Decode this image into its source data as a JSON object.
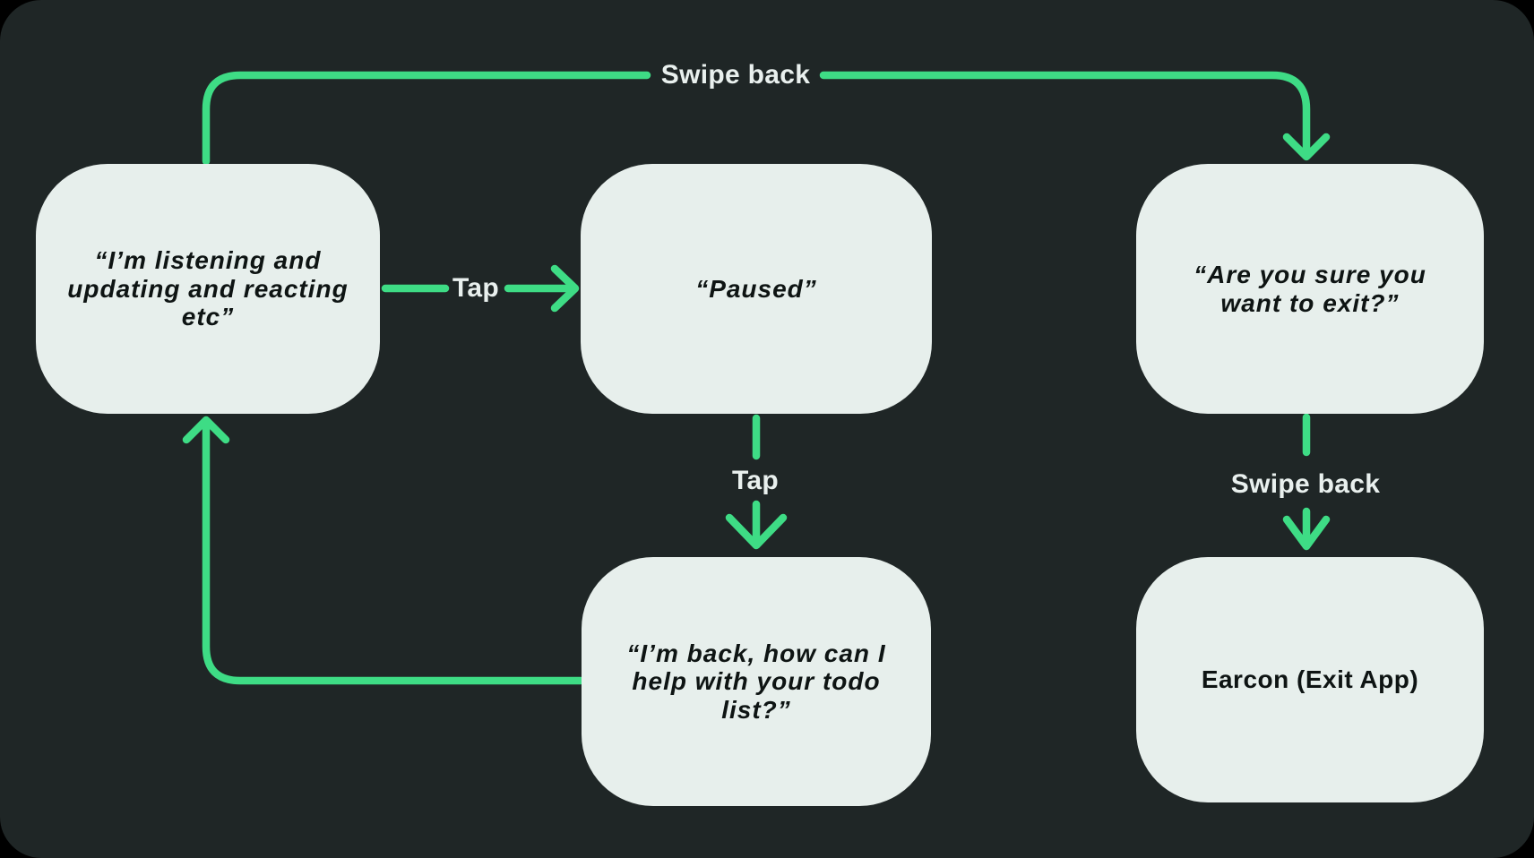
{
  "theme": {
    "page_bg": "#000000",
    "panel_bg": "#1F2626",
    "node_fill": "#E7EFEC",
    "node_text": "#0E1413",
    "label_text": "#E9F0EE",
    "arrow": "#3EDC85"
  },
  "nodes": {
    "listening": {
      "text": "“I’m listening and\nupdating and reacting\netc”"
    },
    "paused": {
      "text": "“Paused”"
    },
    "confirm_exit": {
      "text": "“Are you sure you\nwant to exit?”"
    },
    "im_back": {
      "text": "“I’m back, how can I\nhelp with your todo\nlist?”"
    },
    "earcon": {
      "text": "Earcon (Exit App)"
    }
  },
  "labels": {
    "swipe_back_top": "Swipe back",
    "tap_pause": "Tap",
    "tap_resume": "Tap",
    "swipe_back_exit": "Swipe back"
  }
}
